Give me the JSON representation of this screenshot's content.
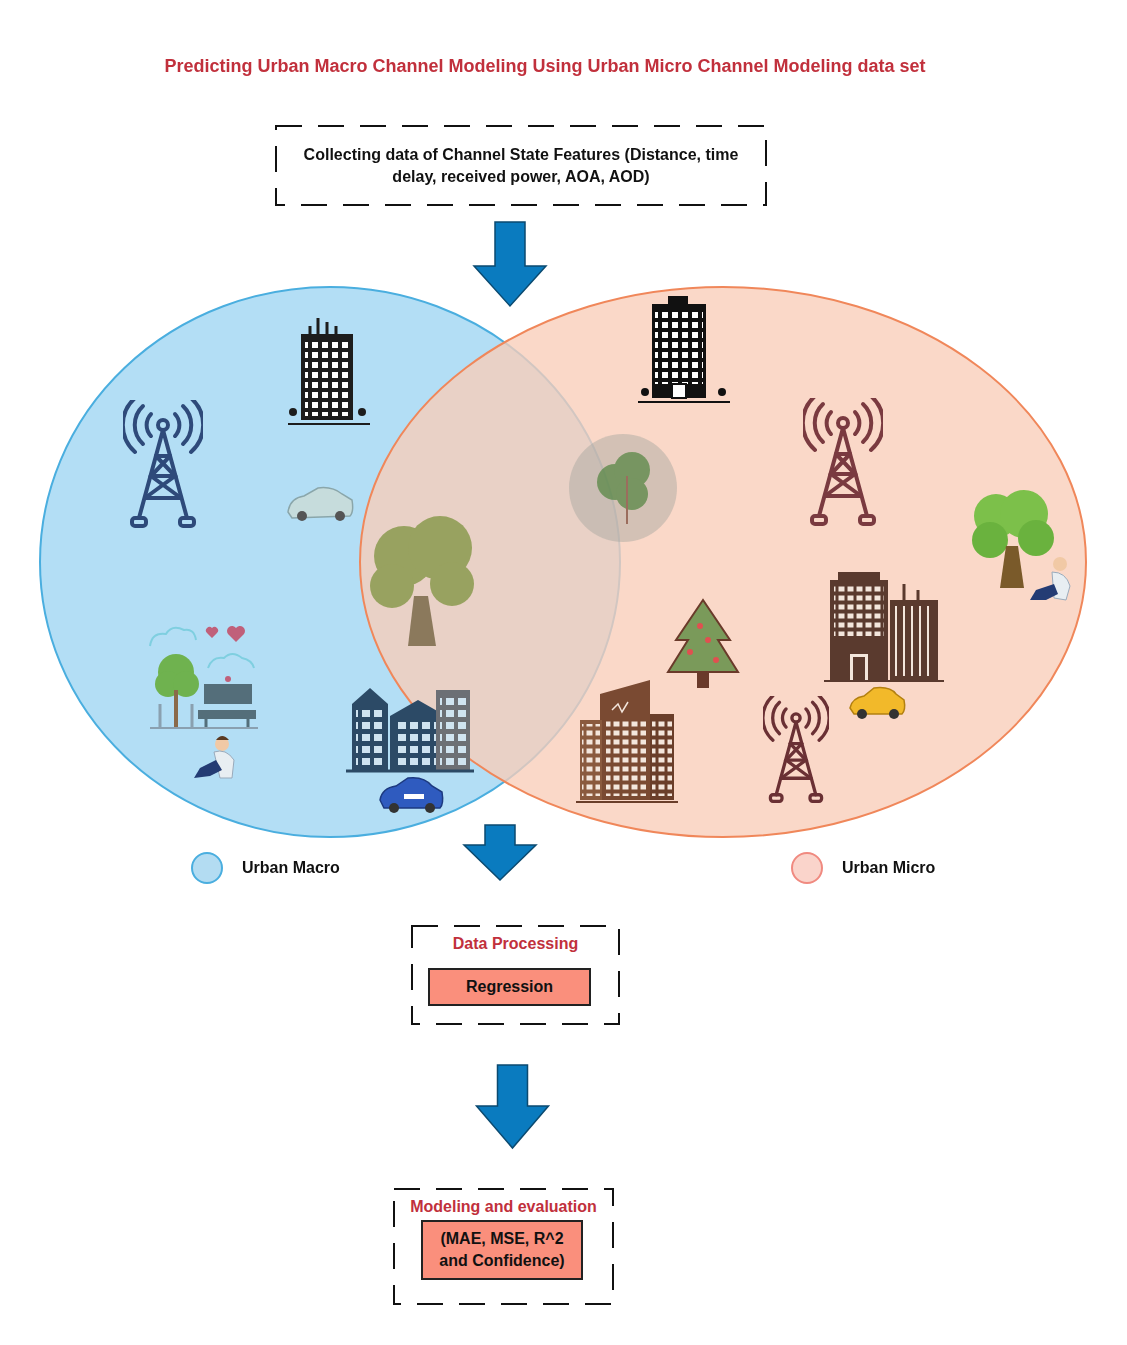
{
  "diagram": {
    "title": "Predicting Urban Macro Channel Modeling Using Urban Micro Channel Modeling data set",
    "nodes": [
      {
        "text": [
          "Collecting data of Channel State Features (Distance, time delay, received power, AOA, AOD)"
        ]
      },
      {
        "text": [
          "Data Processing"
        ]
      },
      {
        "text": [
          "Regression"
        ],
        "in": 1
      },
      {
        "text": [
          "Modeling and evaluation"
        ]
      },
      {
        "text": [
          "(MAE, MSE, R^2 and Confidence)"
        ],
        "in": 3
      }
    ],
    "edges": [
      {
        "from": 1,
        "to": 3,
        "arrow": "to"
      }
    ],
    "legend": [
      {
        "text": "Urban Macro",
        "color": "#b3dcf2"
      },
      {
        "text": "Urban Micro",
        "color": "#fad4cb"
      }
    ]
  }
}
